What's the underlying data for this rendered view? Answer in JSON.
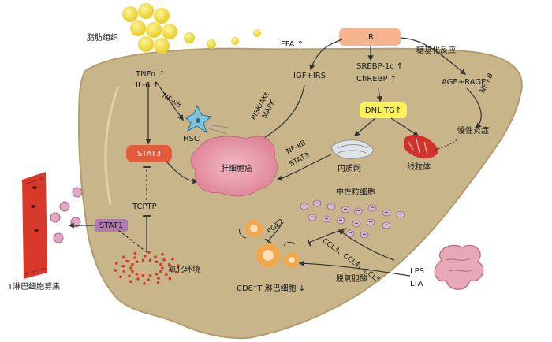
{
  "labels": {
    "adipose": "脂肪组织",
    "ffa": "FFA ↑",
    "ir": "IR",
    "glycation": "糖基化反应",
    "tnf": "TNFα ↑",
    "il6": "IL-6 ↑",
    "nfkb_hsc": "NF-κB",
    "hsc": "HSC",
    "pi3k": "PI3K/AKt",
    "mapk": "MAPK",
    "igf": "IGF+IRS",
    "srebp": "SREBP-1c ↑",
    "chrebp": "ChREBP   ↑",
    "age": "AGE+RAGE",
    "nfkb_right": "NF-κB",
    "dnl": "DNL TG↑",
    "chronic": "慢性炎症",
    "stat3": "STAT3",
    "hcc": "肝细胞癌",
    "nfkb_mid": "NF-κB",
    "stat3_mid": "STAT3",
    "er": "内质网",
    "mito": "线粒体",
    "tcptp": "TCPTP",
    "neutrophil": "中性粒细胞",
    "stat1": "STAT1",
    "tcell_recruit": "T淋巴细胞募集",
    "pge2": "PGE2",
    "ccl": "CCL3、CCL4、CCL5",
    "lps": "LPS",
    "lta": "LTA",
    "hypoxia": "氧化环境",
    "cd8": "CD8⁺T 淋巴细胞 ↓",
    "bile": "脱氧胆酸"
  },
  "colors": {
    "liver": "#c8b68a",
    "liver_edge": "#b7a478",
    "adipose": "#f3e24a",
    "ir_box": "#f5b48d",
    "stat3_box": "#e35b3a",
    "stat1_box": "#b07ab0",
    "dnl_box": "#fbf25a",
    "tumor": "#e69aa8",
    "vessel": "#d7392b",
    "neutrophil": "#d9b9d3",
    "cd8_cell": "#f3a64a",
    "intestine": "#e7a8b8"
  },
  "icons": [
    "adipose-cells",
    "hsc-cell",
    "endoplasmic-reticulum-icon",
    "mitochondrion-icon",
    "blood-vessel-icon",
    "intestine-icon",
    "neutrophil-cells",
    "tumor-mass"
  ]
}
